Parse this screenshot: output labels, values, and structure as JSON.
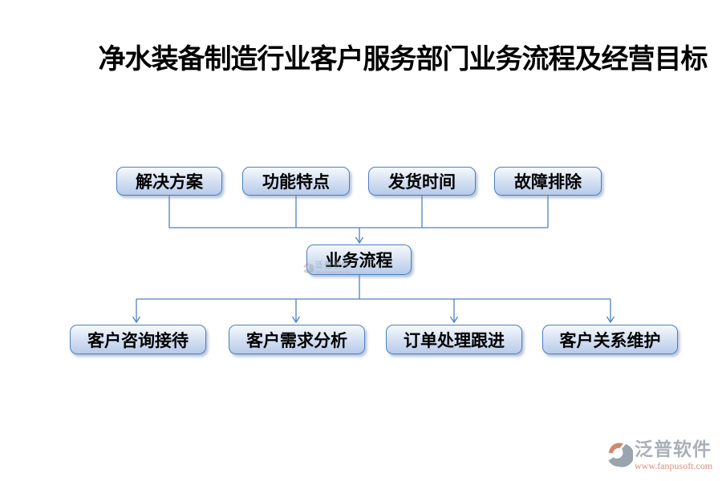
{
  "title": "净水装备制造行业客户服务部门业务流程及经营目标",
  "flowchart": {
    "top_row": [
      {
        "label": "解决方案"
      },
      {
        "label": "功能特点"
      },
      {
        "label": "发货时间"
      },
      {
        "label": "故障排除"
      }
    ],
    "center": {
      "label": "业务流程"
    },
    "bottom_row": [
      {
        "label": "客户咨询接待"
      },
      {
        "label": "客户需求分析"
      },
      {
        "label": "订单处理跟进"
      },
      {
        "label": "客户关系维护"
      }
    ],
    "edges": [
      "解决方案 -> 业务流程",
      "功能特点 -> 业务流程",
      "发货时间 -> 业务流程",
      "故障排除 -> 业务流程",
      "业务流程 -> 客户咨询接待",
      "业务流程 -> 客户需求分析",
      "业务流程 -> 订单处理跟进",
      "业务流程 -> 客户关系维护"
    ]
  },
  "watermark": {
    "center_text": "泛普软件",
    "brand_name": "泛普软件",
    "brand_url": "www.fanpusoft.com"
  },
  "colors": {
    "node_border": "#4d7fbe",
    "node_fill_top": "#f5f9fd",
    "node_fill_bottom": "#b6cae9",
    "connector": "#4f81bd",
    "title_color": "#000000",
    "brand_gray": "#a9b0b9",
    "brand_salmon": "#d6907c"
  }
}
